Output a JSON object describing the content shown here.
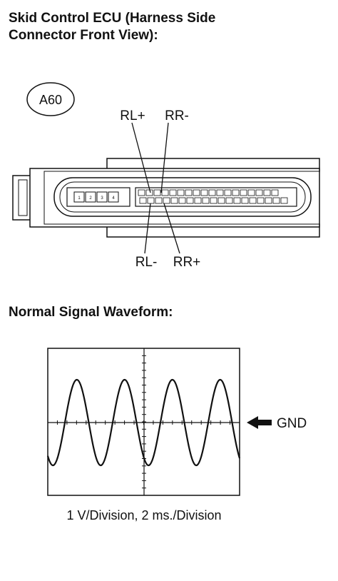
{
  "title_lines": [
    "Skid Control ECU (Harness Side",
    "Connector Front View):"
  ],
  "connector": {
    "id": "A60",
    "labels": {
      "rl_plus": "RL+",
      "rr_minus": "RR-",
      "rl_minus": "RL-",
      "rr_plus": "RR+"
    },
    "small_pins": [
      "1",
      "2",
      "3",
      "4"
    ]
  },
  "waveform": {
    "heading": "Normal Signal Waveform:",
    "gnd_label": "GND",
    "scale_caption": "1 V/Division, 2 ms./Division"
  }
}
